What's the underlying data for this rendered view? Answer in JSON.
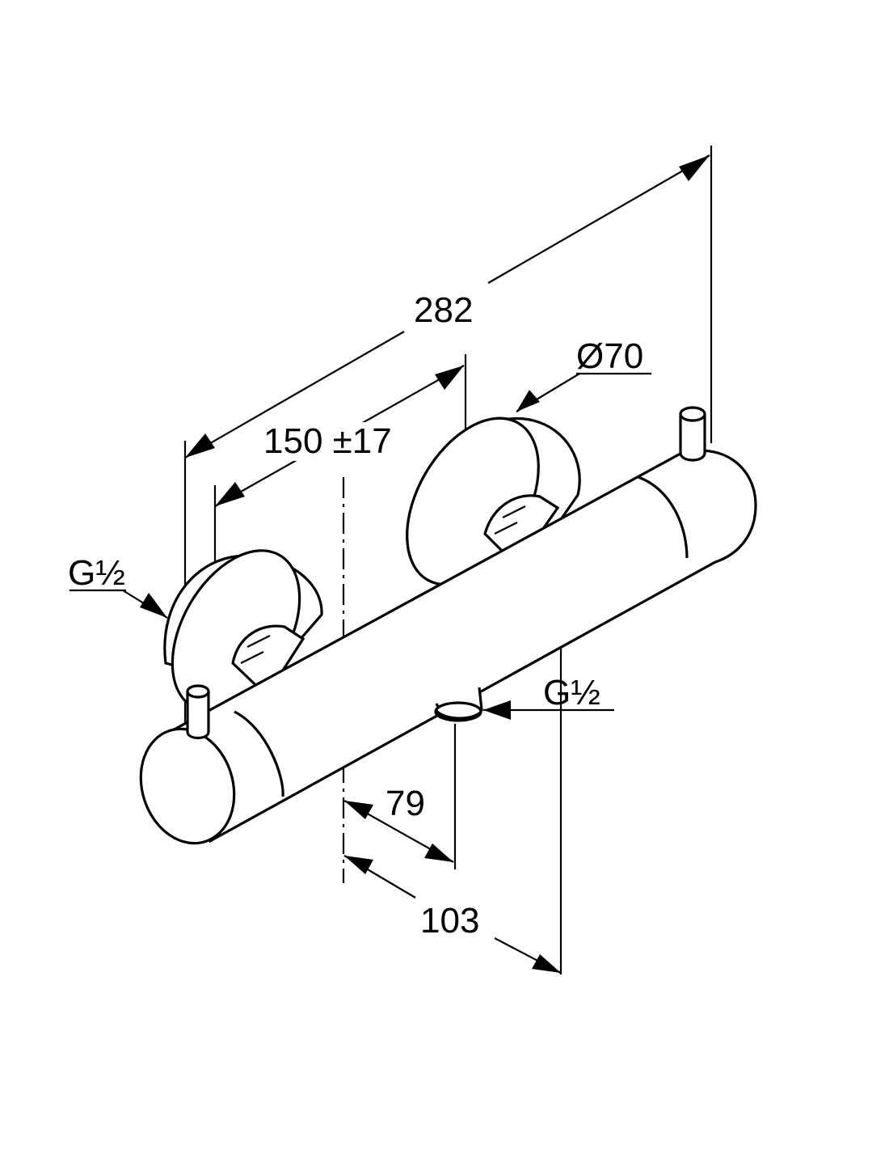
{
  "drawing": {
    "dimensions": {
      "overall_length": "282",
      "inlet_spacing": "150 ±17",
      "rosette_diameter": "Ø70",
      "thread_left": "G½",
      "thread_outlet": "G½",
      "outlet_offset": "79",
      "axis_offset": "103"
    },
    "colors": {
      "line": "#000000",
      "background": "#ffffff"
    }
  }
}
